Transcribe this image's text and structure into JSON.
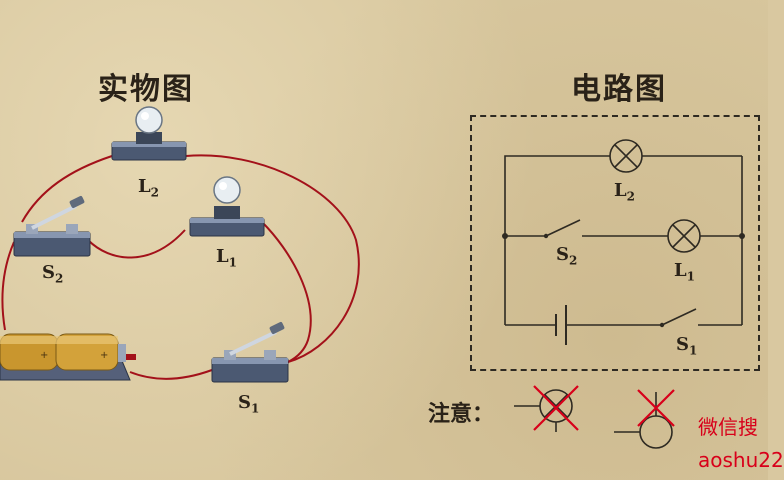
{
  "left_panel": {
    "title": "实物图"
  },
  "right_panel": {
    "title": "电路图"
  },
  "labels": {
    "l2_main": "L",
    "l2_sub": "2",
    "l1_main": "L",
    "l1_sub": "1",
    "s2_main": "S",
    "s2_sub": "2",
    "s1_main": "S",
    "s1_sub": "1"
  },
  "note": {
    "label": "注意："
  },
  "watermark": {
    "line1": "微信搜",
    "line2": "aoshu22"
  },
  "colors": {
    "background": "#d8c79e",
    "wire_real": "#a3111a",
    "wire_schematic": "#2e2a22",
    "warning_cross": "#d8001a"
  }
}
